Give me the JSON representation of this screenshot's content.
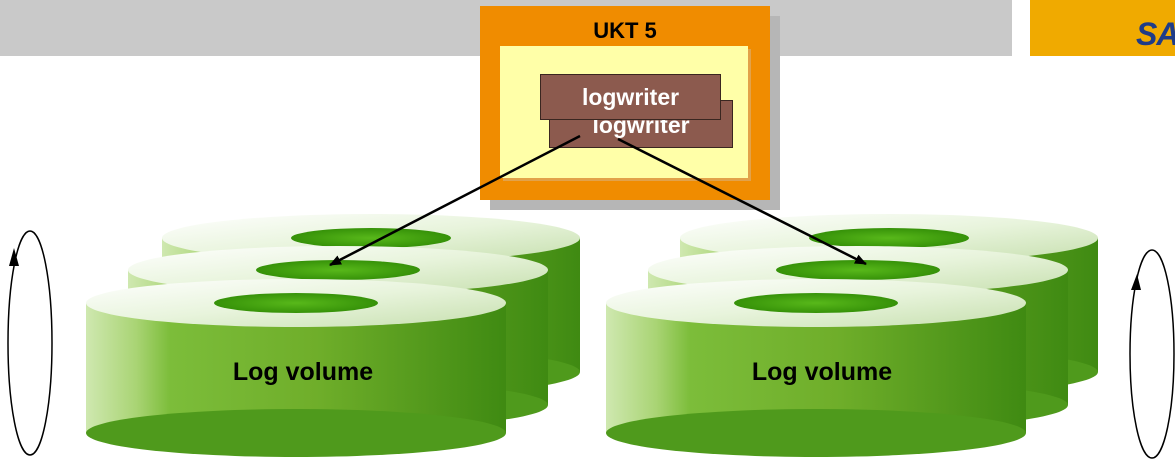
{
  "header": {
    "logo_text": "SAP",
    "bar_color": "#c9c9c9",
    "logo_bar_color": "#f0aa00",
    "logo_text_color": "#1f3c88"
  },
  "ukt": {
    "title": "UKT 5",
    "frame_color": "#f08c00",
    "inner_color": "#ffffa8",
    "threads": [
      {
        "label": "logwriter"
      },
      {
        "label": "logwriter"
      }
    ],
    "thread_color": "#8c5a4e"
  },
  "volumes": [
    {
      "label": "Log volume"
    },
    {
      "label": "Log volume"
    }
  ],
  "colors": {
    "disk_green_light": "#d6ecb8",
    "disk_green": "#6fae2a",
    "disk_green_dark": "#3f8a12",
    "hole_green": "#3b9a0a"
  }
}
